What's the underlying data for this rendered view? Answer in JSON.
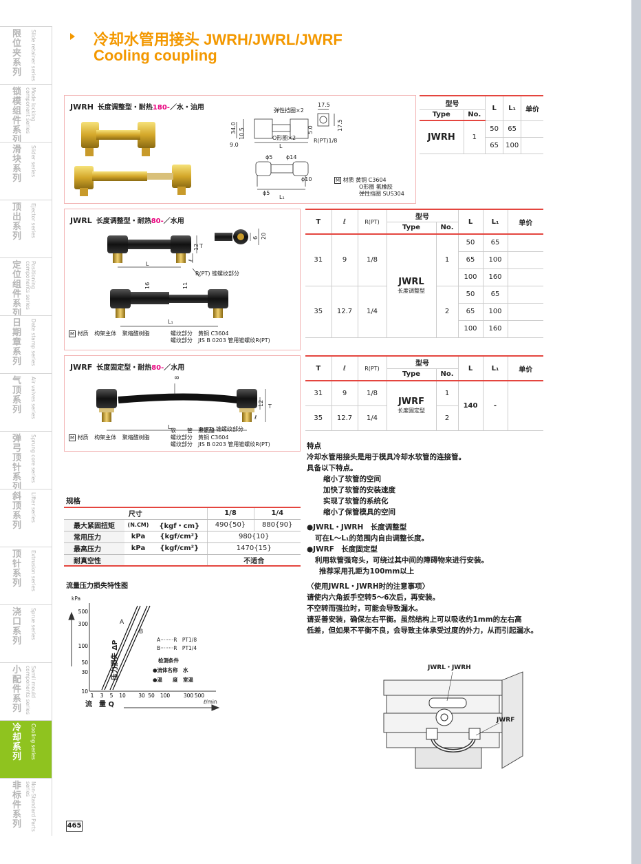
{
  "sidebar": {
    "items": [
      {
        "cn": "限位夹系列",
        "en": "Slide retainer series",
        "active": false
      },
      {
        "cn": "锁模组件系列",
        "en": "Mode locking component series",
        "active": false
      },
      {
        "cn": "滑块系列",
        "en": "Slider series",
        "active": false
      },
      {
        "cn": "顶出系列",
        "en": "Ejector series",
        "active": false
      },
      {
        "cn": "定位组件系列",
        "en": "Positioning components series",
        "active": false
      },
      {
        "cn": "日期章系列",
        "en": "Date stamp series",
        "active": false
      },
      {
        "cn": "气顶系列",
        "en": "Air valves series",
        "active": false
      },
      {
        "cn": "弹弓顶针系列",
        "en": "Sprung core series",
        "active": false
      },
      {
        "cn": "斜顶系列",
        "en": "Lifter series",
        "active": false
      },
      {
        "cn": "顶针系列",
        "en": "Extrusion series",
        "active": false
      },
      {
        "cn": "浇口系列",
        "en": "Sprue series",
        "active": false
      },
      {
        "cn": "小配件系列",
        "en": "Samll mould components series",
        "active": false
      },
      {
        "cn": "冷却系列",
        "en": "Cooling series",
        "active": true
      },
      {
        "cn": "非标件系列",
        "en": "Non-Standard Parts series",
        "active": false
      }
    ]
  },
  "header": {
    "title_cn": "冷却水管用接头 JWRH/JWRL/JWRF",
    "title_en": "Cooling coupling"
  },
  "jwrh": {
    "code": "JWRH",
    "desc_pre": "长度调整型・耐热",
    "desc_temp": "180-",
    "desc_post": "／水・油用",
    "dims": {
      "spring_clip": "弹性挡圈×2",
      "oring": "O形圈×2",
      "d175a": "17.5",
      "d175b": "17.5",
      "d340": "34.0",
      "d105": "10.5",
      "d90": "9.0",
      "d50": "5.0",
      "rpt": "R(PT)1/8",
      "L": "L",
      "phi5a": "ϕ5",
      "phi14": "ϕ14",
      "phi10": "ϕ10",
      "phi5b": "ϕ5",
      "L1": "L₁"
    },
    "material_mark": "M",
    "material_label": "材质",
    "materials": [
      "黄铜 C3604",
      "O形圈 氟橡胶",
      "弹性挡圈 SUS304"
    ],
    "table": {
      "head_model": "型号",
      "head_type": "Type",
      "head_no": "No.",
      "head_L": "L",
      "head_L1": "L₁",
      "head_price": "单价",
      "type": "JWRH",
      "no": "1",
      "rows": [
        {
          "L": "50",
          "L1": "65"
        },
        {
          "L": "65",
          "L1": "100"
        }
      ]
    }
  },
  "jwrl": {
    "code": "JWRL",
    "desc_pre": "长度调整型・耐热",
    "desc_temp": "80-",
    "desc_post": "／水用",
    "dims": {
      "T": "T",
      "d12": "12",
      "d6": "6",
      "d20": "20",
      "l": "ℓ",
      "L": "L",
      "rpt": "R(PT) 锥螺纹部分",
      "d16": "16",
      "d11": "11",
      "L1": "L₁"
    },
    "material_mark": "M",
    "material_label": "材质",
    "materials": [
      {
        "part": "构架主体",
        "mat": "聚缩醛树脂"
      },
      {
        "part": "螺纹部分",
        "mat": "黄铜 C3604"
      },
      {
        "part": "螺纹部分",
        "mat": "JIS B 0203 管用锥螺纹R(PT)"
      }
    ],
    "table": {
      "head_T": "T",
      "head_l": "ℓ",
      "head_rpt": "R(PT)",
      "head_model": "型号",
      "head_type": "Type",
      "head_no": "No.",
      "head_L": "L",
      "head_L1": "L₁",
      "head_price": "单价",
      "type": "JWRL",
      "type_sub": "长度调整型",
      "groups": [
        {
          "T": "31",
          "l": "9",
          "rpt": "1/8",
          "no": "1",
          "rows": [
            {
              "L": "50",
              "L1": "65"
            },
            {
              "L": "65",
              "L1": "100"
            },
            {
              "L": "100",
              "L1": "160"
            }
          ]
        },
        {
          "T": "35",
          "l": "12.7",
          "rpt": "1/4",
          "no": "2",
          "rows": [
            {
              "L": "50",
              "L1": "65"
            },
            {
              "L": "65",
              "L1": "100"
            },
            {
              "L": "100",
              "L1": "160"
            }
          ]
        }
      ]
    }
  },
  "jwrf": {
    "code": "JWRF",
    "desc_pre": "长度固定型・耐热",
    "desc_temp": "80-",
    "desc_post": "／水用",
    "dims": {
      "d8": "8",
      "T": "T",
      "d12": "12",
      "l": "ℓ",
      "L": "L",
      "rpt": "R(PT) 锥螺纹部分"
    },
    "material_mark": "M",
    "material_label": "材质",
    "materials": [
      {
        "part": "构架主体",
        "mat": "聚缩醛树脂"
      },
      {
        "part": "软　　管",
        "mat": "聚氨酯"
      },
      {
        "part": "螺纹部分",
        "mat": "黄铜 C3604"
      },
      {
        "part": "螺纹部分",
        "mat": "JIS B 0203 管用锥螺纹R(PT)"
      }
    ],
    "table": {
      "head_T": "T",
      "head_l": "ℓ",
      "head_rpt": "R(PT)",
      "head_model": "型号",
      "head_type": "Type",
      "head_no": "No.",
      "head_L": "L",
      "head_L1": "L₁",
      "head_price": "单价",
      "type": "JWRF",
      "type_sub": "长度固定型",
      "L": "140",
      "L1": "-",
      "rows": [
        {
          "T": "31",
          "l": "9",
          "rpt": "1/8",
          "no": "1"
        },
        {
          "T": "35",
          "l": "12.7",
          "rpt": "1/4",
          "no": "2"
        }
      ]
    }
  },
  "spec": {
    "title": "规格",
    "head": {
      "size": "尺寸",
      "c1": "1/8",
      "c2": "1/4"
    },
    "rows": [
      {
        "label": "最大紧固扭矩",
        "unit1": "(N.CM)",
        "unit2": "{kgf・cm}",
        "v1": "490{50}",
        "v2": "880{90}"
      },
      {
        "label": "常用压力",
        "unit1": "kPa",
        "unit2": "{kgf/cm²}",
        "v": "980{10}"
      },
      {
        "label": "最高压力",
        "unit1": "kPa",
        "unit2": "{kgf/cm²}",
        "v": "1470{15}"
      },
      {
        "label": "耐真空性",
        "unit1": "",
        "unit2": "",
        "v": "不适合"
      }
    ]
  },
  "flow_chart": {
    "title": "流量压力损失特性图",
    "y_unit": "kPa",
    "y_label": "压力损失 ΔP",
    "x_label": "流　量 Q",
    "x_unit": "ℓ/min",
    "y_ticks": [
      "500",
      "300",
      "100",
      "50",
      "30",
      "10"
    ],
    "x_ticks": [
      "1",
      "3",
      "5",
      "10",
      "30",
      "50",
      "100",
      "300",
      "500"
    ],
    "line_a": "A",
    "line_b": "B",
    "legend_a": "A········R　PT1/8",
    "legend_b": "B········R　PT1/4",
    "cond_title": "检测条件",
    "cond1": "●流体名称　水",
    "cond2": "●温　　度　室温"
  },
  "features": {
    "title": "特点",
    "intro1": "冷却水管用接头是用于模具冷却水软管的连接管。",
    "intro2": "具备以下特点。",
    "points": [
      "缩小了软管的空间",
      "加快了软管的安装速度",
      "实现了软管的系统化",
      "缩小了保管模具的空间"
    ],
    "b1": "●JWRL・JWRH　长度调整型",
    "b1_desc": "可在L～L₁的范围内自由调整长度。",
    "b2": "●JWRF　长度固定型",
    "b2_desc": "利用软管强弯头，可绕过其中间的障碍物来进行安装。",
    "b2_desc2": "推荐采用孔距为100mm以上",
    "notes_title": "〈使用JWRL・JWRH时的注意事项〉",
    "notes": [
      "请使内六角扳手空转5～6次后，再安装。",
      "不空转而强拉时，可能会导致漏水。",
      "请妥善安装，确保左右平衡。虽然结构上可以吸收约1mm的左右高",
      "低差，但如果不平衡不良，会导致主体承受过度的外力，从而引起漏水。"
    ]
  },
  "illustration": {
    "label1": "JWRL・JWRH",
    "label2": "JWRF"
  },
  "page_number": "465"
}
